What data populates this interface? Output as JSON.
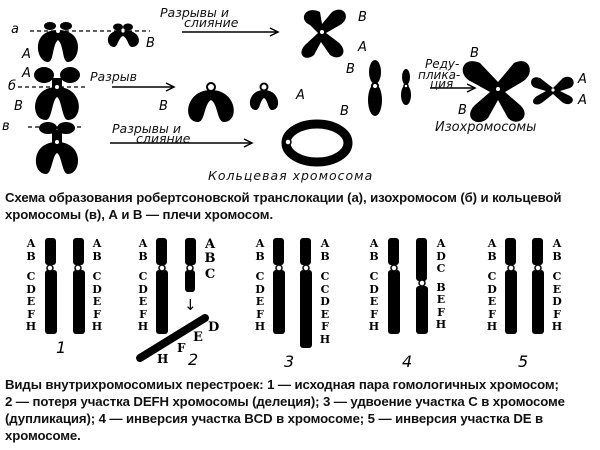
{
  "figure_top": {
    "rows": [
      {
        "marker": "а",
        "arm_labels_left": [
          "A"
        ],
        "arm_labels_mid": [
          "B"
        ],
        "arrow_label_1": "Разрывы и",
        "arrow_label_2": "слияние",
        "result_labels": [
          "B",
          "A"
        ]
      },
      {
        "marker": "б",
        "arm_labels_left": [
          "A",
          "B"
        ],
        "arrow_label_1": "Разрыв",
        "mid_labels": [
          "B",
          "A"
        ],
        "right_labels": [
          "B",
          "B"
        ],
        "redup_label_1": "Реду-",
        "redup_label_2": "плика-",
        "redup_label_3": "ция",
        "iso_labels": [
          "B",
          "B",
          "A",
          "A"
        ],
        "iso_caption": "Изохромосомы"
      },
      {
        "marker": "в",
        "arrow_label_1": "Разрывы и",
        "arrow_label_2": "слияние",
        "ring_caption": "Кольцевая хромосома"
      }
    ],
    "caption": "Схема образования робертсоновской транслокации (а), изохромосом (б) и кольцевой хромосомы (в), А и В — плечи хромосом."
  },
  "figure_bottom": {
    "pairs": [
      {
        "number": "1",
        "left_labels": [
          "A",
          "B",
          "C",
          "D",
          "E",
          "F",
          "H"
        ],
        "right_labels": [
          "A",
          "B",
          "C",
          "D",
          "E",
          "F",
          "H"
        ]
      },
      {
        "number": "2",
        "left_labels": [
          "A",
          "B",
          "C",
          "D",
          "E",
          "F",
          "H"
        ],
        "right_labels": [
          "A",
          "B",
          "C"
        ],
        "fragment_labels": [
          "D",
          "E",
          "F",
          "H"
        ],
        "arrow": "↓"
      },
      {
        "number": "3",
        "left_labels": [
          "A",
          "B",
          "C",
          "D",
          "E",
          "F",
          "H"
        ],
        "right_labels": [
          "A",
          "B",
          "C",
          "C",
          "D",
          "E",
          "F",
          "H"
        ]
      },
      {
        "number": "4",
        "left_labels": [
          "A",
          "B",
          "C",
          "D",
          "E",
          "F",
          "H"
        ],
        "right_labels": [
          "A",
          "D",
          "C",
          "B",
          "E",
          "F",
          "H"
        ]
      },
      {
        "number": "5",
        "left_labels": [
          "A",
          "B",
          "C",
          "D",
          "E",
          "F",
          "H"
        ],
        "right_labels": [
          "A",
          "B",
          "C",
          "E",
          "D",
          "F",
          "H"
        ]
      }
    ],
    "caption": "Виды внутрихромосомиых перестроек: 1 — исходная пара гомологичных хромосом; 2 — потеря участка DEFH хромосомы (делеция); 3 — удвоение участка С в хромосоме (дупликация); 4 — инверсия участка BCD в хромосоме; 5 — инверсия участка DE в хромосоме."
  }
}
